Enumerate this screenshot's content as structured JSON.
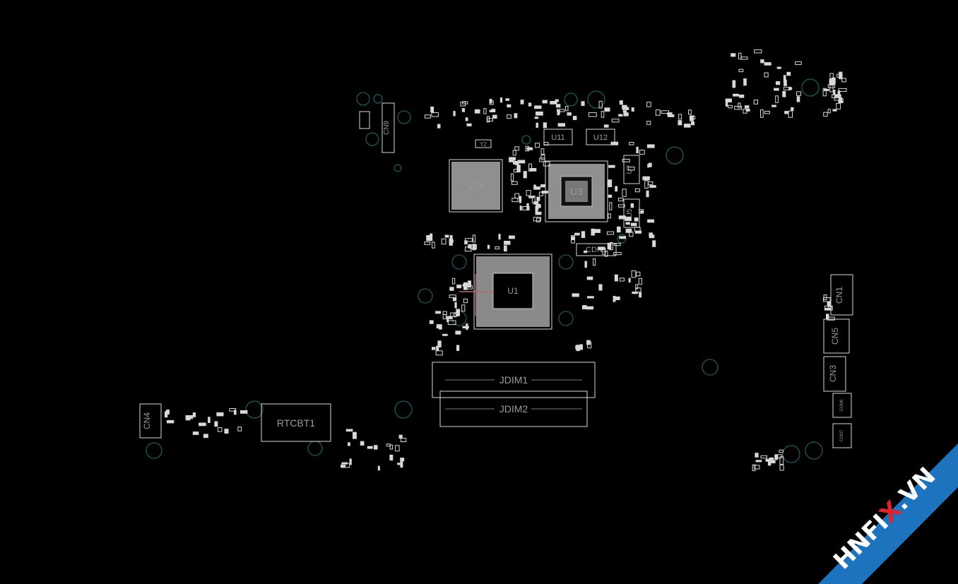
{
  "labels": {
    "u14": "U14",
    "u3": "U3",
    "u1": "U1",
    "u7": "U7",
    "u5": "U5",
    "u11": "U11",
    "u12": "U12",
    "y2": "Y2",
    "cn9": "CN9",
    "cn1_top": "CDN1",
    "cn1": "CN1",
    "cn5": "CN5",
    "cn3": "CN3",
    "cn6": "CON6",
    "cn7": "CON7",
    "cn4": "CN4",
    "jdim1": "JDIM1",
    "jdim2": "JDIM2",
    "rtcbt1": "RTCBT1"
  },
  "watermark": {
    "part1": "HNFI",
    "x": "X",
    "part2": ".VN"
  },
  "colors": {
    "background": "#000000",
    "silkscreen": "#d8d8d8",
    "hole": "#1d5a5a",
    "banner": "#1e73be",
    "watermark_x": "#e0242b"
  }
}
